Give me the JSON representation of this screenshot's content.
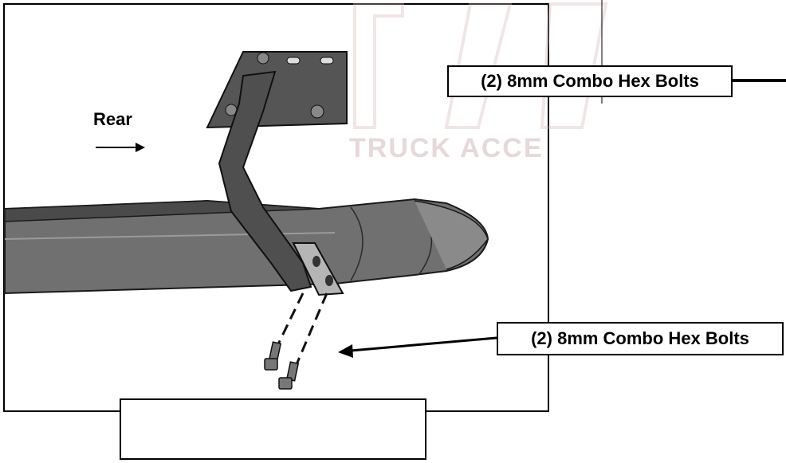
{
  "diagram": {
    "direction_label": "Rear",
    "watermark_text": "TRUCK ACCE",
    "callouts": {
      "top": "(2) 8mm Combo Hex Bolts",
      "bottom": "(2) 8mm Combo Hex Bolts"
    },
    "caption": ""
  },
  "colors": {
    "line": "#000000",
    "tube": "#6f6f6f",
    "bracket": "#5c5c5c",
    "watermark": "#e6d9d9"
  }
}
